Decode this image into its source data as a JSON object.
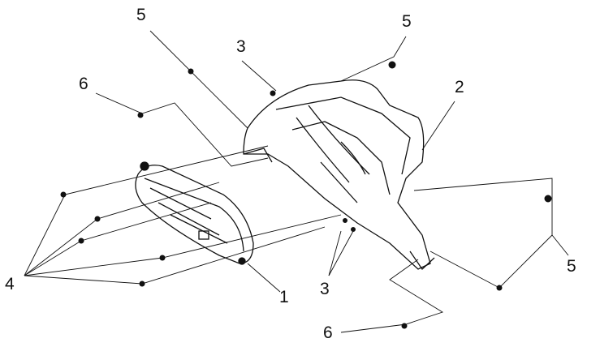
{
  "callouts": [
    {
      "text": "5"
    },
    {
      "text": "3"
    },
    {
      "text": "5"
    },
    {
      "text": "6"
    },
    {
      "text": "2"
    },
    {
      "text": "4"
    },
    {
      "text": "1"
    },
    {
      "text": "3"
    },
    {
      "text": "5"
    },
    {
      "text": "6"
    }
  ],
  "colors": {
    "line": "#111111",
    "background": "#ffffff"
  }
}
